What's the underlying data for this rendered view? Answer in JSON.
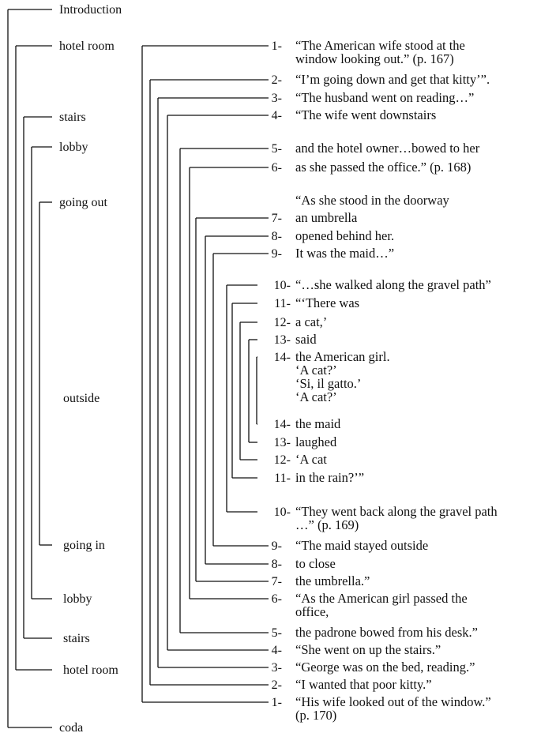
{
  "left_labels": [
    "Introduction",
    "hotel room",
    "stairs",
    "lobby",
    "going out",
    "outside",
    "going in",
    "lobby",
    "stairs",
    "hotel room",
    "coda"
  ],
  "entries": [
    {
      "num": "1-",
      "lines": [
        "“The American wife stood at the",
        "window looking out.” (p. 167)"
      ]
    },
    {
      "num": "2-",
      "lines": [
        "“I’m going down and get that kitty’”."
      ]
    },
    {
      "num": "3-",
      "lines": [
        "“The husband went on reading…”"
      ]
    },
    {
      "num": "4-",
      "lines": [
        "“The wife went downstairs"
      ]
    },
    {
      "num": "5-",
      "lines": [
        "and the hotel owner…bowed to her"
      ]
    },
    {
      "num": "6-",
      "lines": [
        "as she passed the office.” (p. 168)"
      ]
    },
    {
      "num": "",
      "lines": [
        "“As she stood in the doorway"
      ]
    },
    {
      "num": "7-",
      "lines": [
        "an umbrella"
      ]
    },
    {
      "num": "8-",
      "lines": [
        "opened behind her."
      ]
    },
    {
      "num": "9-",
      "lines": [
        "It was the maid…”"
      ]
    },
    {
      "num": "10-",
      "lines": [
        "“…she walked along the gravel path”"
      ]
    },
    {
      "num": "11-",
      "lines": [
        "“‘There was"
      ]
    },
    {
      "num": "12-",
      "lines": [
        "a cat,’"
      ]
    },
    {
      "num": "13-",
      "lines": [
        "said"
      ]
    },
    {
      "num": "14-",
      "lines": [
        "the American girl.",
        "‘A cat?’",
        "‘Si, il gatto.’",
        "‘A cat?’"
      ]
    },
    {
      "num": "14-",
      "lines": [
        "the maid"
      ]
    },
    {
      "num": "13-",
      "lines": [
        "laughed"
      ]
    },
    {
      "num": "12-",
      "lines": [
        "‘A cat"
      ]
    },
    {
      "num": "11-",
      "lines": [
        "in the rain?’”"
      ]
    },
    {
      "num": "10-",
      "lines": [
        "“They went back along the gravel path",
        "…” (p. 169)"
      ]
    },
    {
      "num": "9-",
      "lines": [
        "“The maid stayed outside"
      ]
    },
    {
      "num": "8-",
      "lines": [
        "to close"
      ]
    },
    {
      "num": "7-",
      "lines": [
        "the umbrella.”"
      ]
    },
    {
      "num": "6-",
      "lines": [
        "“As the American girl passed the",
        "office,"
      ]
    },
    {
      "num": "5-",
      "lines": [
        "the padrone bowed from his desk.”"
      ]
    },
    {
      "num": "4-",
      "lines": [
        "“She went on up the stairs.”"
      ]
    },
    {
      "num": "3-",
      "lines": [
        "“George was on the bed, reading.”"
      ]
    },
    {
      "num": "2-",
      "lines": [
        "“I wanted that poor kitty.”"
      ]
    },
    {
      "num": "1-",
      "lines": [
        "“His wife looked out of the window.”",
        "(p. 170)"
      ]
    }
  ]
}
